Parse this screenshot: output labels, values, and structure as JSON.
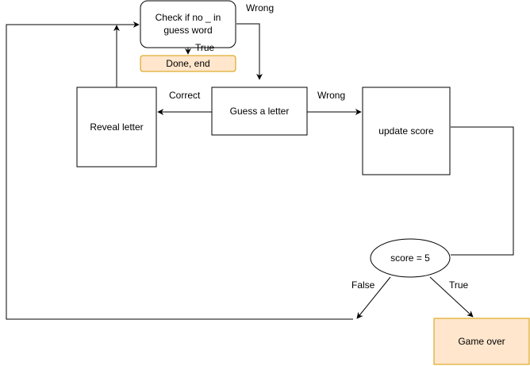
{
  "diagram": {
    "nodes": {
      "check": {
        "line1": "Check if no _ in",
        "line2": "guess word"
      },
      "done": {
        "label": "Done, end"
      },
      "guess": {
        "label": "Guess a letter"
      },
      "reveal": {
        "label": "Reveal letter"
      },
      "update": {
        "label": "update score"
      },
      "score": {
        "label": "score = 5"
      },
      "gameover": {
        "label": "Game over"
      }
    },
    "edges": {
      "check_wrong": "Wrong",
      "check_true": "True",
      "guess_correct": "Correct",
      "guess_wrong": "Wrong",
      "score_false": "False",
      "score_true": "True"
    },
    "colors": {
      "line": "#000000",
      "fill": "#ffffff",
      "highlight_fill": "#ffe6cc",
      "highlight_stroke": "#d79b00"
    }
  }
}
